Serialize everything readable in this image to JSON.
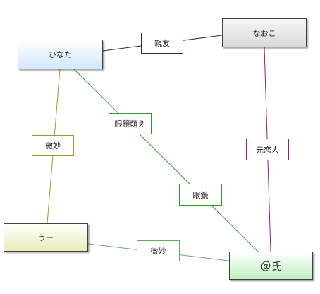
{
  "nodes": {
    "hinata": {
      "label": "ひなた",
      "fill_top": "#ffffff",
      "fill_bottom": "#d4e8fb"
    },
    "naoko": {
      "label": "なおこ",
      "fill_top": "#f6f6f6",
      "fill_bottom": "#d9d9d9"
    },
    "uu": {
      "label": "うー",
      "fill_top": "#ffffff",
      "fill_bottom": "#ecebb8"
    },
    "shi": {
      "label": "＠氏",
      "fill_top": "#ffffff",
      "fill_bottom": "#bff0c0"
    }
  },
  "edges": {
    "hinata_naoko": {
      "label": "親友",
      "color": "#2a2a6a"
    },
    "hinata_uu": {
      "label": "微妙",
      "color": "#9a9a30"
    },
    "hinata_shi": {
      "label": "眼鏡萌え",
      "color": "#2e9a2e"
    },
    "shi_hinata": {
      "label": "眼鏡",
      "color": "#2e9a2e"
    },
    "naoko_shi": {
      "label": "元恋人",
      "color": "#8a1a8a"
    },
    "uu_shi": {
      "label": "微妙",
      "color": "#6aa86a"
    }
  }
}
